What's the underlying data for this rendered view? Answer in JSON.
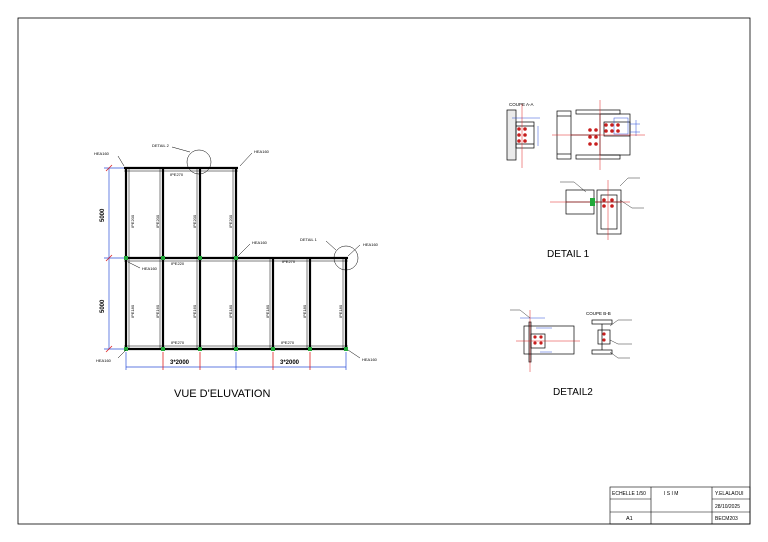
{
  "elevation": {
    "title": "VUE D'ELUVATION",
    "dim_left_top": "5000",
    "dim_left_bottom": "5000",
    "dim_bottom_left": "3*2000",
    "dim_bottom_right": "3*2000",
    "callout_detail2": "DETAIL 2",
    "callout_detail1": "DETAIL 1",
    "label_hea160": "HEA160",
    "member_ipe270": "IPE270",
    "member_ipe220": "IPE220",
    "member_ipe200": "IPE200",
    "member_ipe180": "IPE180",
    "member_ipe160": "IPE160"
  },
  "detail1": {
    "title": "DETAIL 1",
    "section_label": "COUPE A-A"
  },
  "detail2": {
    "title": "DETAIL2",
    "section_label": "COUPE B-B"
  },
  "title_block": {
    "scale": "ECHELLE 1/50",
    "school": "I S I M",
    "author": "Y.ELALAOUI",
    "date": "28/10/2025",
    "format": "A1",
    "code": "BECM203"
  },
  "colors": {
    "line": "#000000",
    "dimension": "#2b4fd8",
    "axis": "#e02020",
    "bolt": "#c81e1e",
    "node": "#22a83a"
  }
}
